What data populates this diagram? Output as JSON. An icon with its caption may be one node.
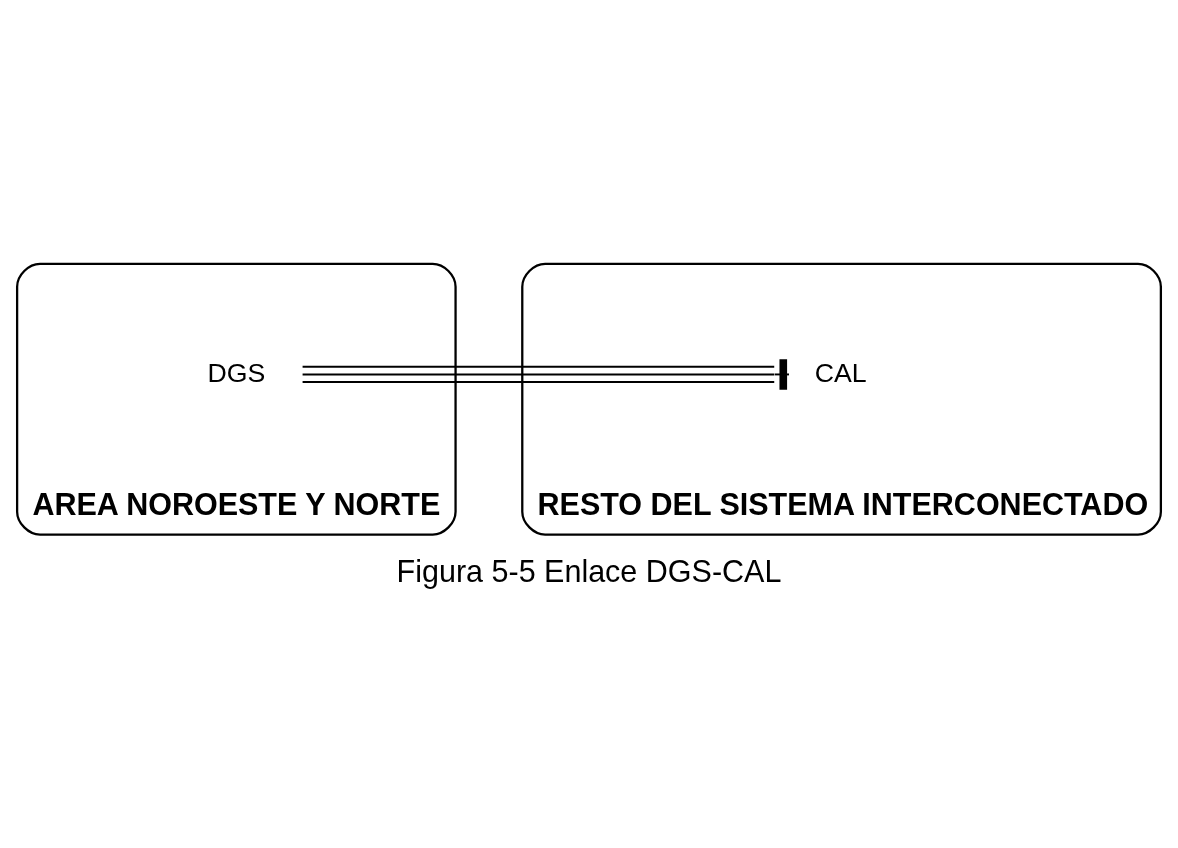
{
  "diagram": {
    "caption": "Figura 5-5 Enlace DGS-CAL",
    "nodes": [
      {
        "text": [
          "AREA NOROESTE Y NORTE"
        ]
      },
      {
        "text": [
          "DGS"
        ],
        "in": 0
      },
      {
        "text": [
          "RESTO DEL SISTEMA INTERCONECTADO"
        ]
      },
      {
        "text": [
          "CAL"
        ],
        "in": 2
      }
    ],
    "edges": [
      {
        "from": 1,
        "to": 3,
        "arrow": "other"
      }
    ]
  }
}
